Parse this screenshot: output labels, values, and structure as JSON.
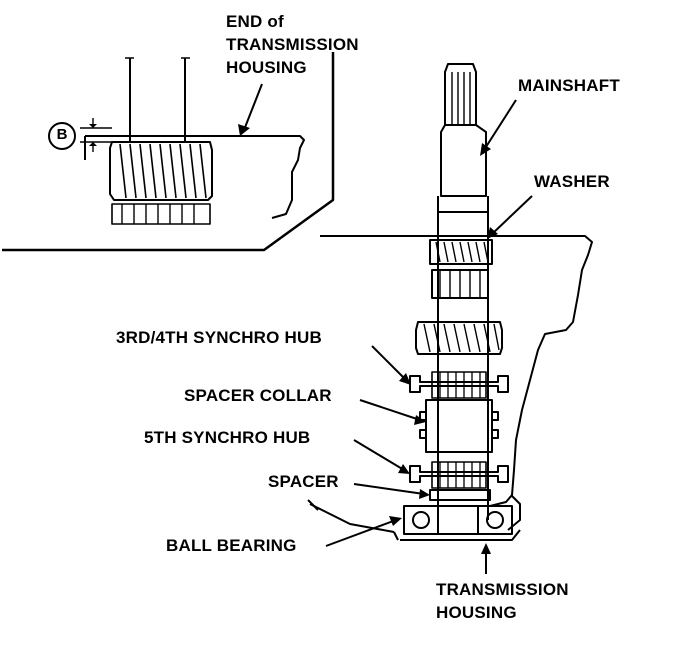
{
  "inset": {
    "callout_letter": "B",
    "label_lines": [
      "END of",
      "TRANSMISSION",
      "HOUSING"
    ]
  },
  "labels": {
    "mainshaft": "MAINSHAFT",
    "washer": "WASHER",
    "synchro_34": "3RD/4TH SYNCHRO HUB",
    "spacer_collar": "SPACER COLLAR",
    "synchro_5": "5TH SYNCHRO HUB",
    "spacer": "SPACER",
    "ball_bearing": "BALL BEARING",
    "housing_lines": [
      "TRANSMISSION",
      "HOUSING"
    ]
  },
  "colors": {
    "ink": "#000000",
    "paper": "#ffffff"
  }
}
